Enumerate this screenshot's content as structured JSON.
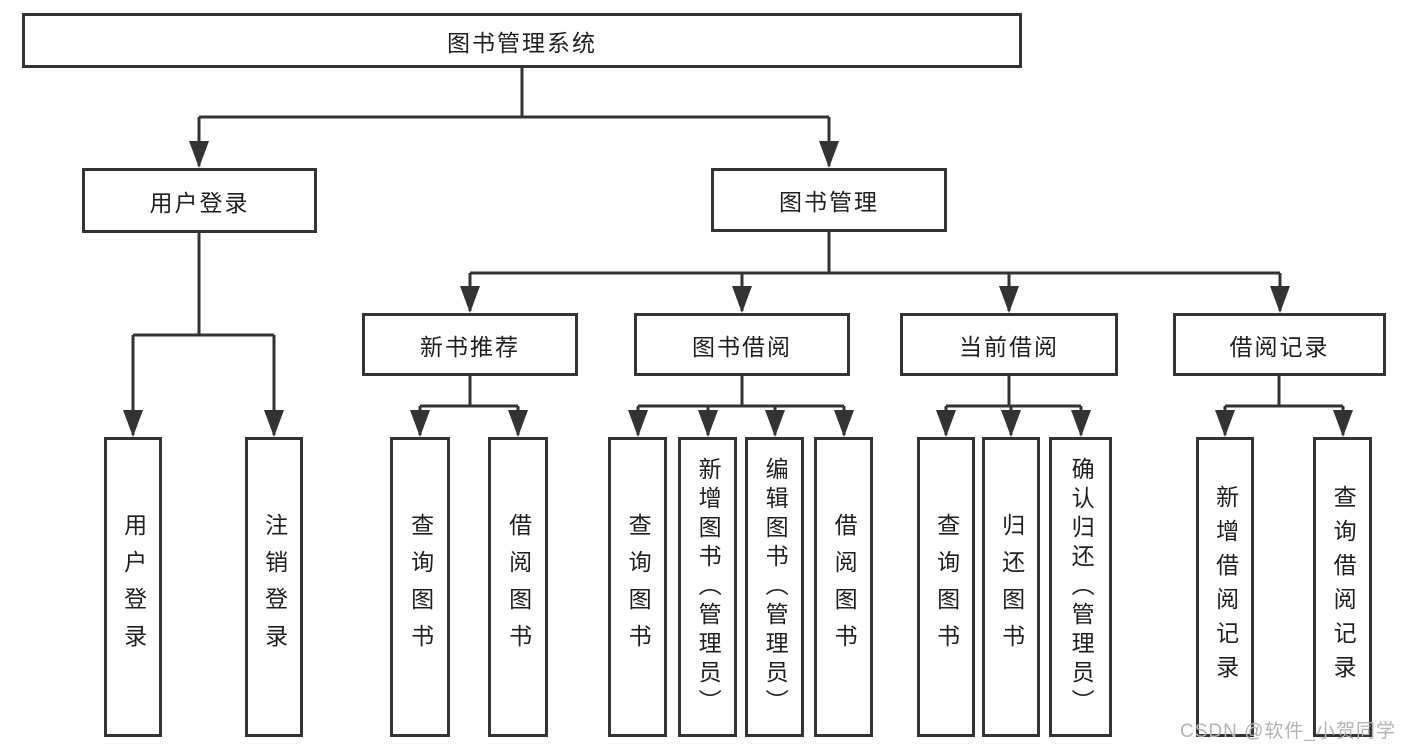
{
  "diagram": {
    "title": "图书管理系统",
    "children": [
      {
        "label": "用户登录",
        "children": [
          "用户登录",
          "注销登录"
        ]
      },
      {
        "label": "图书管理",
        "children": [
          {
            "label": "新书推荐",
            "children": [
              "查询图书",
              "借阅图书"
            ]
          },
          {
            "label": "图书借阅",
            "children": [
              "查询图书",
              "新增图书（管理员）",
              "编辑图书（管理员）",
              "借阅图书"
            ]
          },
          {
            "label": "当前借阅",
            "children": [
              "查询图书",
              "归还图书",
              "确认归还（管理员）"
            ]
          },
          {
            "label": "借阅记录",
            "children": [
              "新增借阅记录",
              "查询借阅记录"
            ]
          }
        ]
      }
    ],
    "line_color": "#333333",
    "box_background": "#ffffff"
  },
  "watermark": "CSDN @软件_小贺同学"
}
